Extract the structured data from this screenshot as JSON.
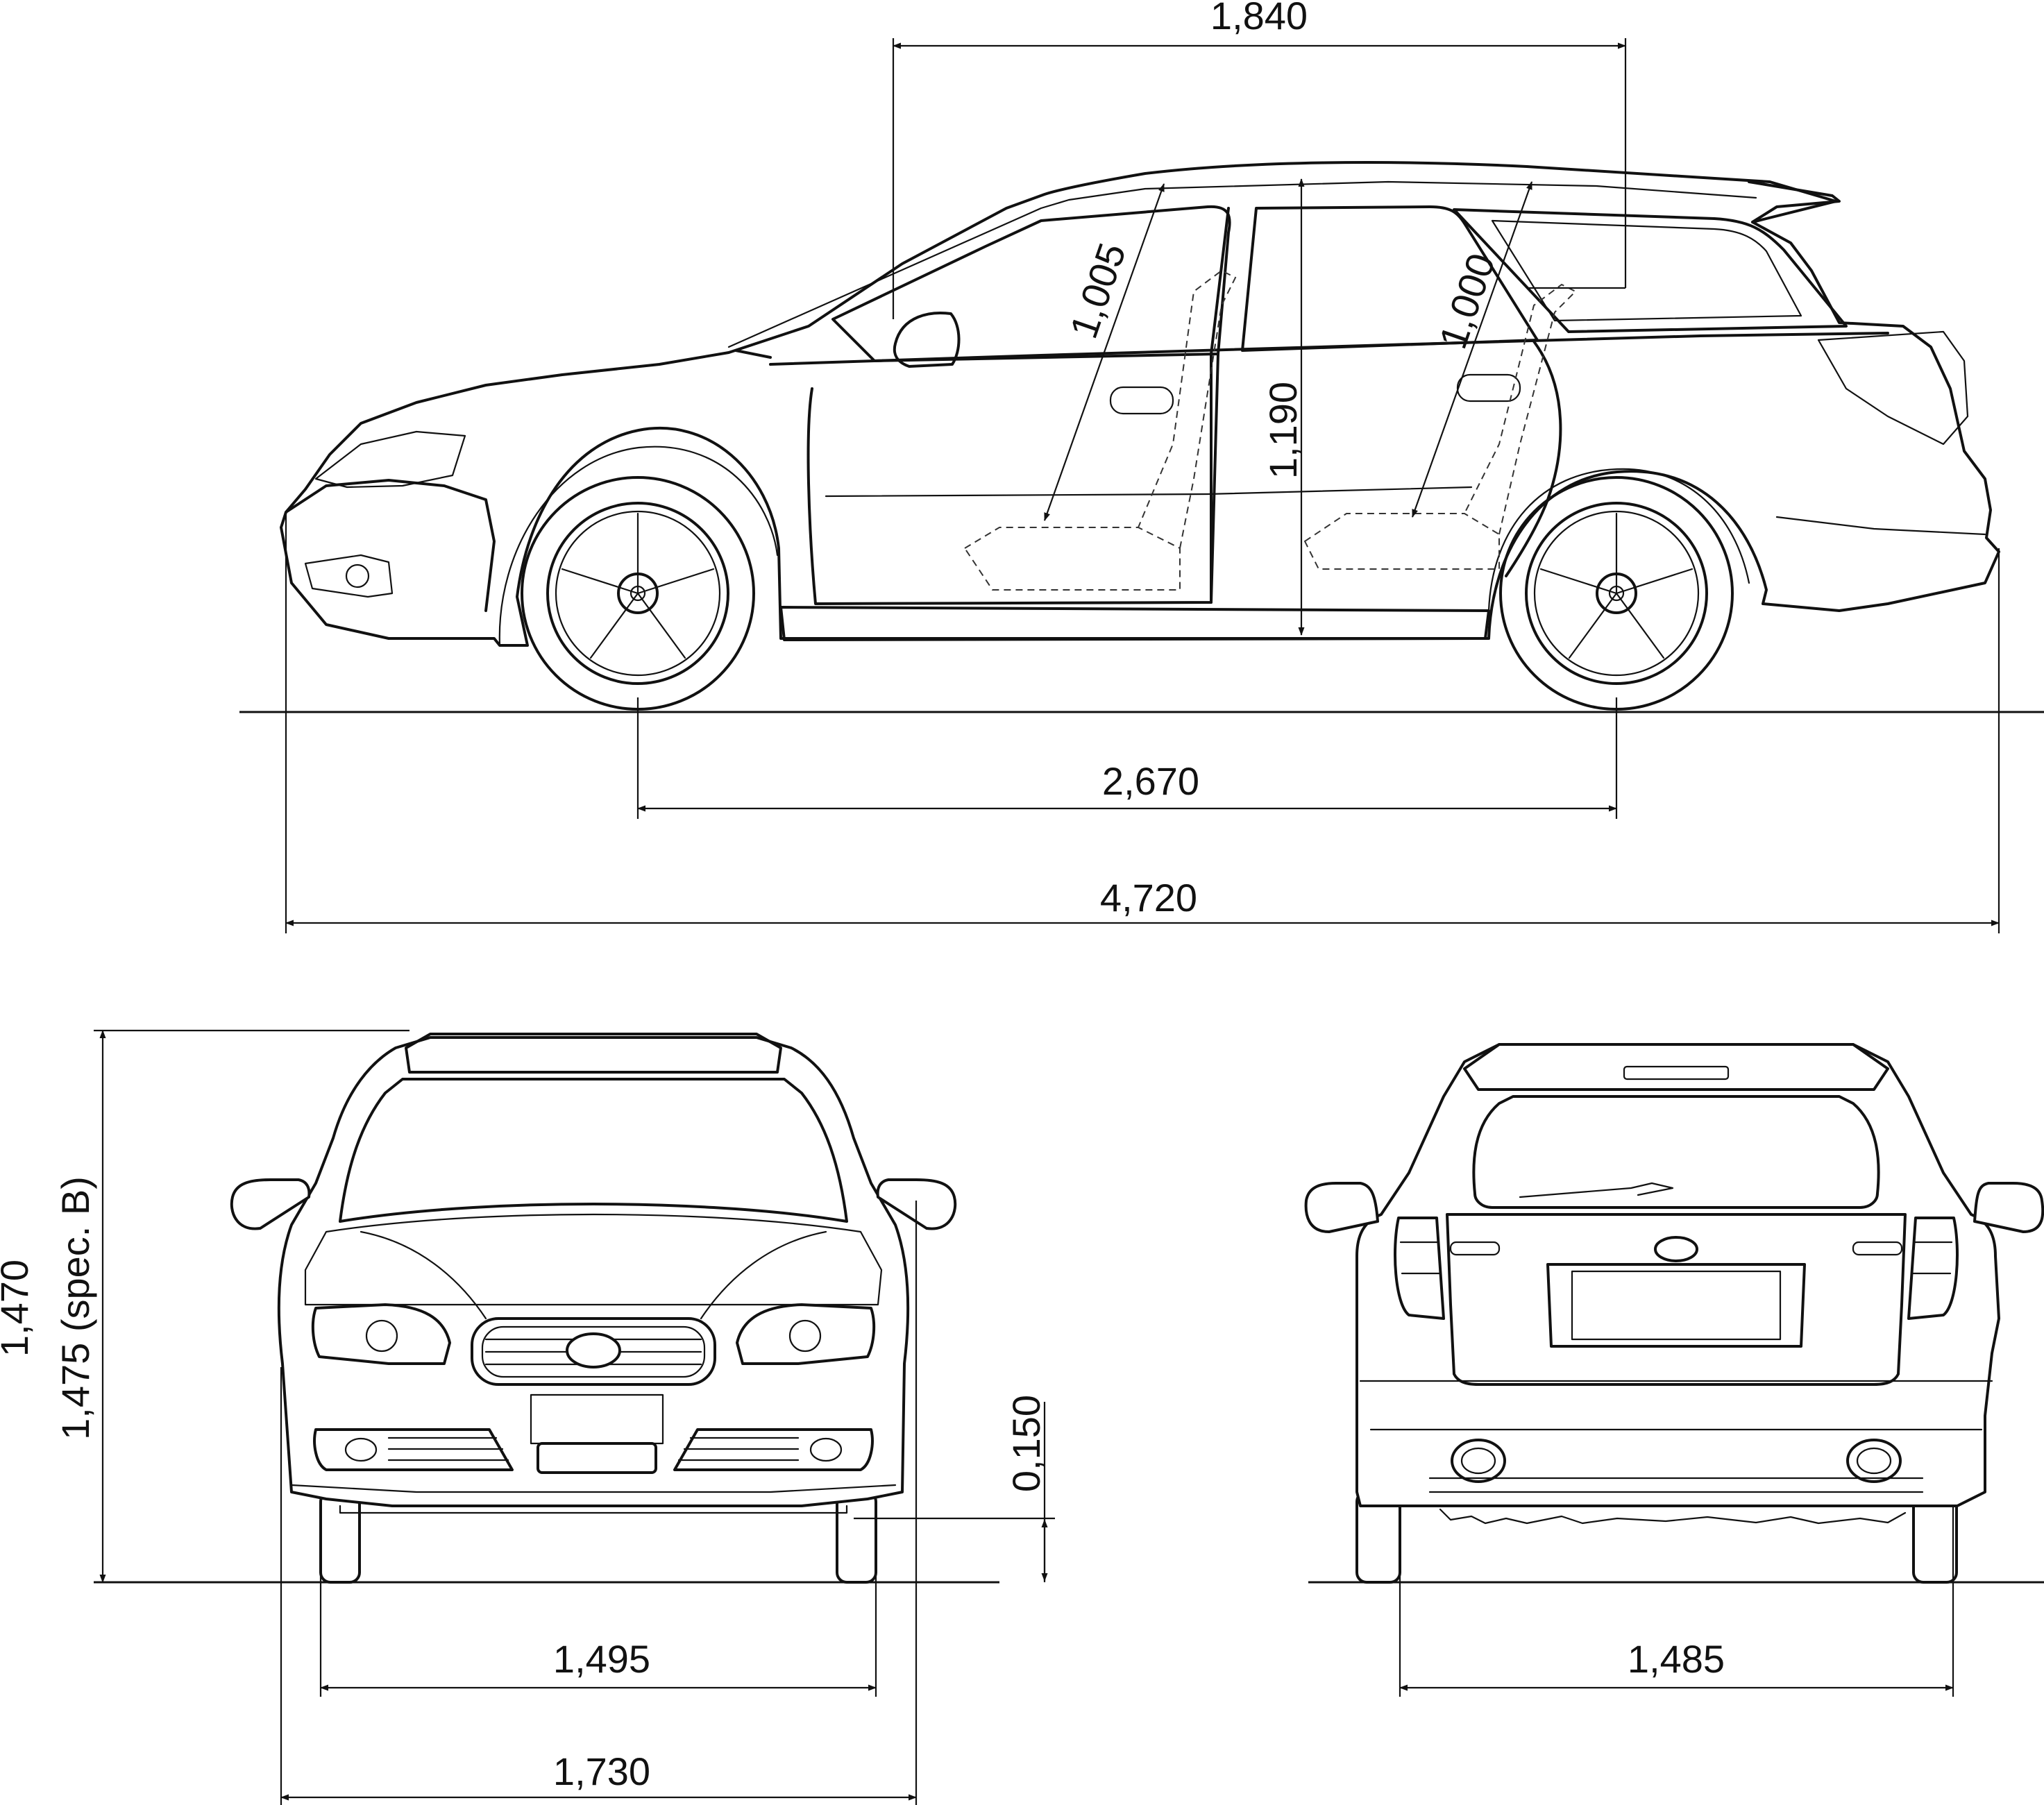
{
  "dimensions": {
    "overhead_width": "1,840",
    "front_headroom": "1,005",
    "rear_headroom": "1,000",
    "interior_height": "1,190",
    "wheelbase": "2,670",
    "overall_length": "4,720",
    "height": "1,470",
    "height_spec_b": "1,475 (spec. B)",
    "ground_clearance": "0,150",
    "front_track": "1,495",
    "overall_width": "1,730",
    "rear_track": "1,485"
  },
  "colors": {
    "line": "#111111",
    "background": "#ffffff"
  }
}
